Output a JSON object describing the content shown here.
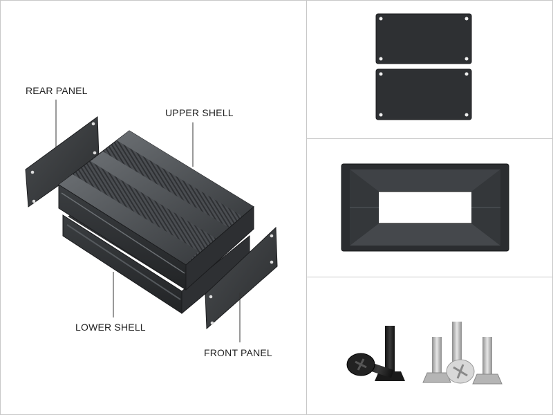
{
  "labels": {
    "rear_panel": "REAR PANEL",
    "upper_shell": "UPPER SHELL",
    "lower_shell": "LOWER SHELL",
    "front_panel": "FRONT PANEL"
  },
  "colors": {
    "border": "#c8c8c8",
    "aluminum_dark": "#2a2c2e",
    "aluminum_mid": "#3d4043",
    "aluminum_light": "#5a5e62",
    "steel_light": "#d9d9d9",
    "steel_dark": "#9a9a9a",
    "label_text": "#222222"
  }
}
